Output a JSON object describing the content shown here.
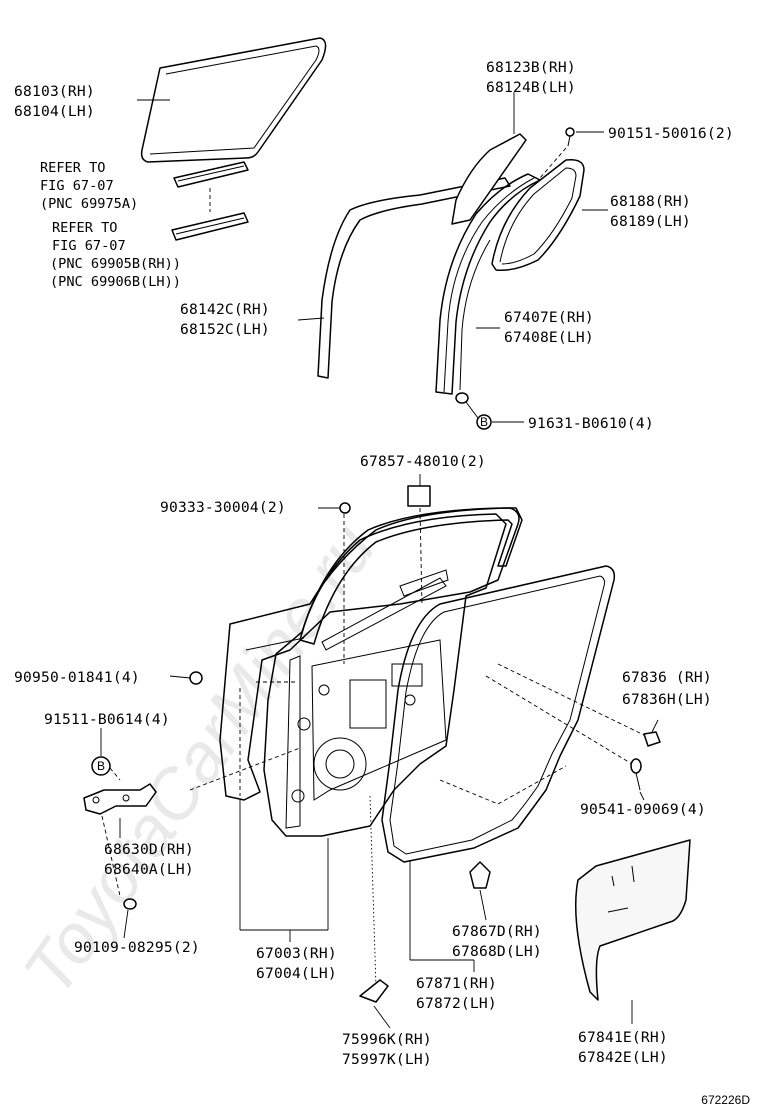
{
  "watermark": "ToyotaCarMine.ru",
  "diagram_code": "672226D",
  "labels": {
    "glass": {
      "rh": "68103(RH)",
      "lh": "68104(LH)"
    },
    "refer1": {
      "line1": "REFER TO",
      "line2": "FIG 67-07",
      "line3": "(PNC 69975A)"
    },
    "refer2": {
      "line1": "REFER TO",
      "line2": "FIG 67-07",
      "line3": "(PNC 69905B(RH))",
      "line4": "(PNC 69906B(LH))"
    },
    "run_channel": {
      "rh": "68142C(RH)",
      "lh": "68152C(LH)"
    },
    "division_bar": {
      "rh": "67407E(RH)",
      "lh": "67408E(LH)"
    },
    "cover_plate": {
      "rh": "68123B(RH)",
      "lh": "68124B(LH)"
    },
    "screw_top": {
      "text": "90151-50016(2)"
    },
    "quarter_glass": {
      "rh": "68188(RH)",
      "lh": "68189(LH)"
    },
    "bolt_b": {
      "text": "91631-B0610(4)",
      "marker": "B"
    },
    "seal_pad": {
      "text": "67857-48010(2)"
    },
    "hole_plug": {
      "text": "90333-30004(2)"
    },
    "nut": {
      "text": "90950-01841(4)"
    },
    "bolt_b2": {
      "text": "91511-B0614(4)",
      "marker": "B"
    },
    "hinge": {
      "rh": "68630D(RH)",
      "lh": "68640A(LH)"
    },
    "hinge_bolt": {
      "text": "90109-08295(2)"
    },
    "door_panel": {
      "rh": "67003(RH)",
      "lh": "67004(LH)"
    },
    "cover_small": {
      "rh": "75996K(RH)",
      "lh": "75997K(LH)"
    },
    "clip": {
      "rh": "67867D(RH)",
      "lh": "67868D(LH)"
    },
    "weatherstrip": {
      "rh": "67871(RH)",
      "lh": "67872(LH)"
    },
    "service_cover": {
      "rh": "67841E(RH)",
      "lh": "67842E(LH)"
    },
    "retainer": {
      "rh": "67836  (RH)",
      "lh": "67836H(LH)"
    },
    "bumper": {
      "text": "90541-09069(4)"
    }
  }
}
